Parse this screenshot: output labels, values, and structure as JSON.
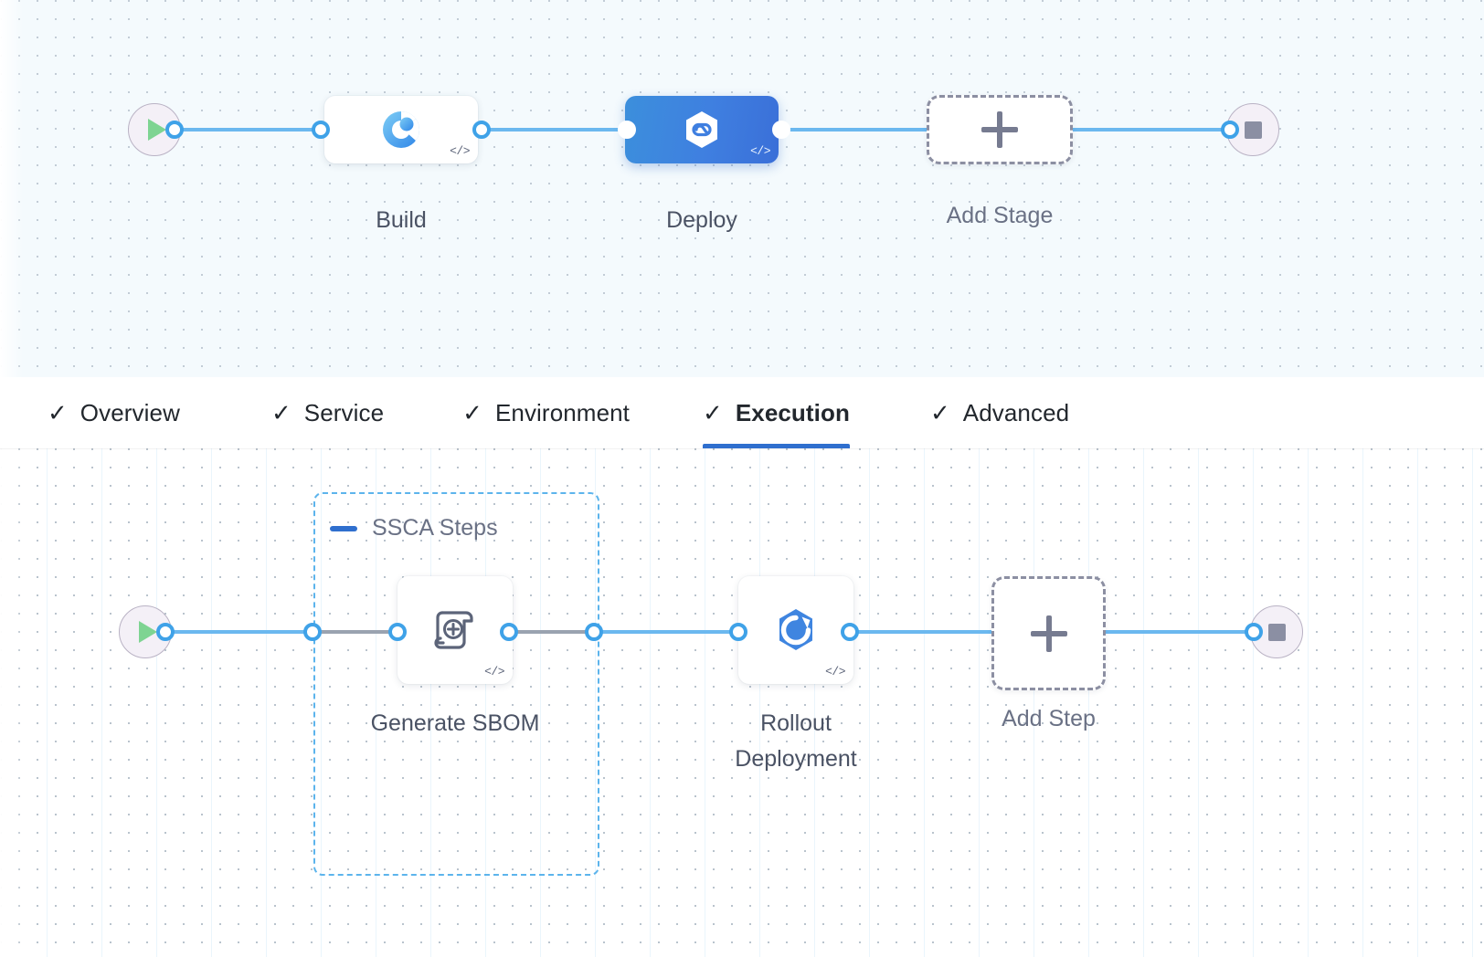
{
  "theme": {
    "accent": "#2f6fce",
    "edge_color": "#6bb8ef",
    "port_color": "#3fa2e8",
    "group_border": "#5cb4ec",
    "selected_node_gradient_from": "#3c8fdc",
    "selected_node_gradient_to": "#3a6fd8",
    "canvas_top_bg": "#f4fafd",
    "canvas_bottom_bg": "#ffffff",
    "play_icon_color": "#7ed492",
    "stop_icon_color": "#8b8fa3"
  },
  "stage_canvas": {
    "start_node": {
      "icon": "play-icon"
    },
    "end_node": {
      "icon": "stop-icon"
    },
    "stages": [
      {
        "id": "build",
        "label": "Build",
        "icon": "ci-build-icon",
        "selected": false,
        "code_badge": "</>"
      },
      {
        "id": "deploy",
        "label": "Deploy",
        "icon": "cd-deploy-icon",
        "selected": true,
        "code_badge": "</>"
      }
    ],
    "add_stage": {
      "label": "Add Stage",
      "icon": "plus-icon"
    }
  },
  "tabbar": {
    "tabs": [
      {
        "id": "overview",
        "label": "Overview",
        "check": "✓",
        "active": false
      },
      {
        "id": "service",
        "label": "Service",
        "check": "✓",
        "active": false
      },
      {
        "id": "environment",
        "label": "Environment",
        "check": "✓",
        "active": false
      },
      {
        "id": "execution",
        "label": "Execution",
        "check": "✓",
        "active": true
      },
      {
        "id": "advanced",
        "label": "Advanced",
        "check": "✓",
        "active": false
      }
    ]
  },
  "step_canvas": {
    "start_node": {
      "icon": "play-icon"
    },
    "end_node": {
      "icon": "stop-icon"
    },
    "group": {
      "id": "ssca-steps",
      "title": "SSCA Steps",
      "collapse_icon": "minus-icon",
      "expanded": true
    },
    "steps": [
      {
        "id": "generate-sbom",
        "label": "Generate SBOM",
        "icon": "sbom-scroll-icon",
        "code_badge": "</>",
        "in_group": true
      },
      {
        "id": "rollout-deployment",
        "label": "Rollout\nDeployment",
        "icon": "k8s-rollout-icon",
        "code_badge": "</>",
        "in_group": false
      }
    ],
    "add_step": {
      "label": "Add Step",
      "icon": "plus-icon"
    }
  }
}
